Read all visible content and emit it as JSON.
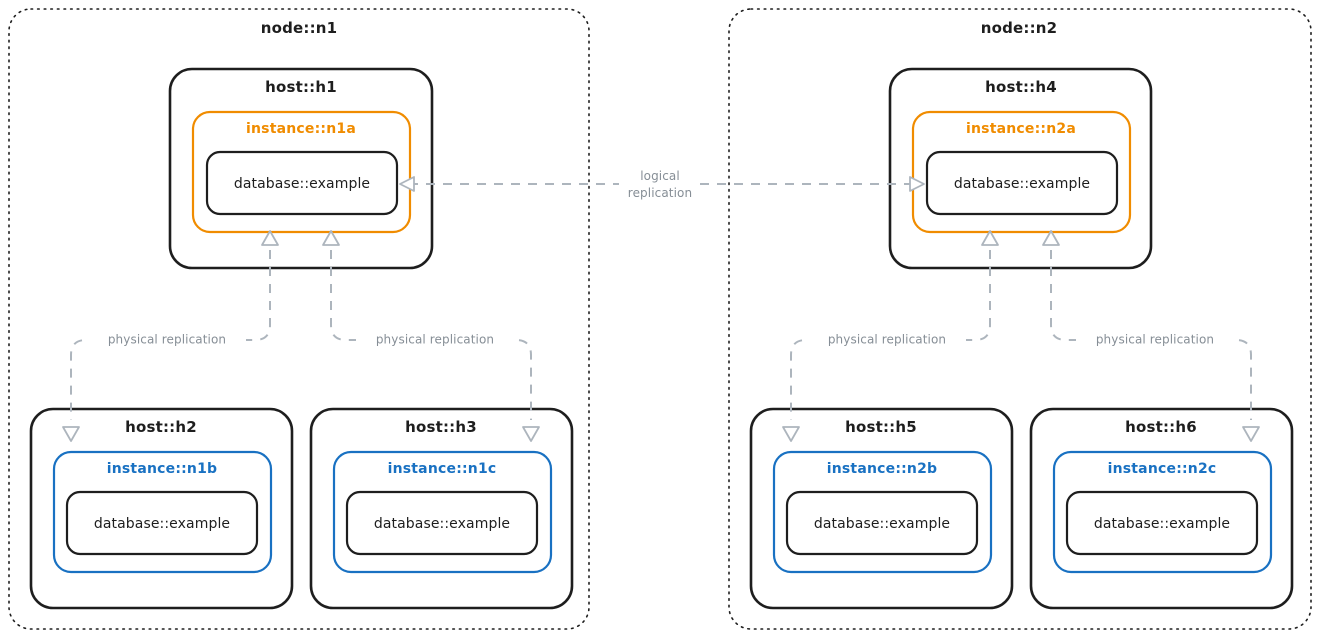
{
  "diagram": {
    "title_visible": false,
    "colors": {
      "primary_instance": "#f08c00",
      "replica_instance": "#1971c2",
      "outline": "#1e1e1e",
      "edge": "#adb5bd",
      "background": "#ffffff"
    },
    "nodes": [
      {
        "id": "n1",
        "label": "node::n1",
        "hosts": [
          {
            "id": "h1",
            "label": "host::h1",
            "role": "primary",
            "instance": {
              "label": "instance::n1a",
              "color": "#f08c00"
            },
            "database": {
              "label": "database::example"
            }
          },
          {
            "id": "h2",
            "label": "host::h2",
            "role": "replica",
            "instance": {
              "label": "instance::n1b",
              "color": "#1971c2"
            },
            "database": {
              "label": "database::example"
            }
          },
          {
            "id": "h3",
            "label": "host::h3",
            "role": "replica",
            "instance": {
              "label": "instance::n1c",
              "color": "#1971c2"
            },
            "database": {
              "label": "database::example"
            }
          }
        ]
      },
      {
        "id": "n2",
        "label": "node::n2",
        "hosts": [
          {
            "id": "h4",
            "label": "host::h4",
            "role": "primary",
            "instance": {
              "label": "instance::n2a",
              "color": "#f08c00"
            },
            "database": {
              "label": "database::example"
            }
          },
          {
            "id": "h5",
            "label": "host::h5",
            "role": "replica",
            "instance": {
              "label": "instance::n2b",
              "color": "#1971c2"
            },
            "database": {
              "label": "database::example"
            }
          },
          {
            "id": "h6",
            "label": "host::h6",
            "role": "replica",
            "instance": {
              "label": "instance::n2c",
              "color": "#1971c2"
            },
            "database": {
              "label": "database::example"
            }
          }
        ]
      }
    ],
    "edges": [
      {
        "id": "logical",
        "label_line1": "logical",
        "label_line2": "replication",
        "from": "n2a.database",
        "to": "n1a.database",
        "style": "dashed",
        "bidirectional": true
      },
      {
        "id": "phys-h2-h1",
        "label": "physical replication",
        "from": "n1a",
        "to": "n1b",
        "style": "dashed"
      },
      {
        "id": "phys-h3-h1",
        "label": "physical replication",
        "from": "n1a",
        "to": "n1c",
        "style": "dashed"
      },
      {
        "id": "phys-h5-h4",
        "label": "physical replication",
        "from": "n2a",
        "to": "n2b",
        "style": "dashed"
      },
      {
        "id": "phys-h6-h4",
        "label": "physical replication",
        "from": "n2a",
        "to": "n2c",
        "style": "dashed"
      }
    ]
  }
}
